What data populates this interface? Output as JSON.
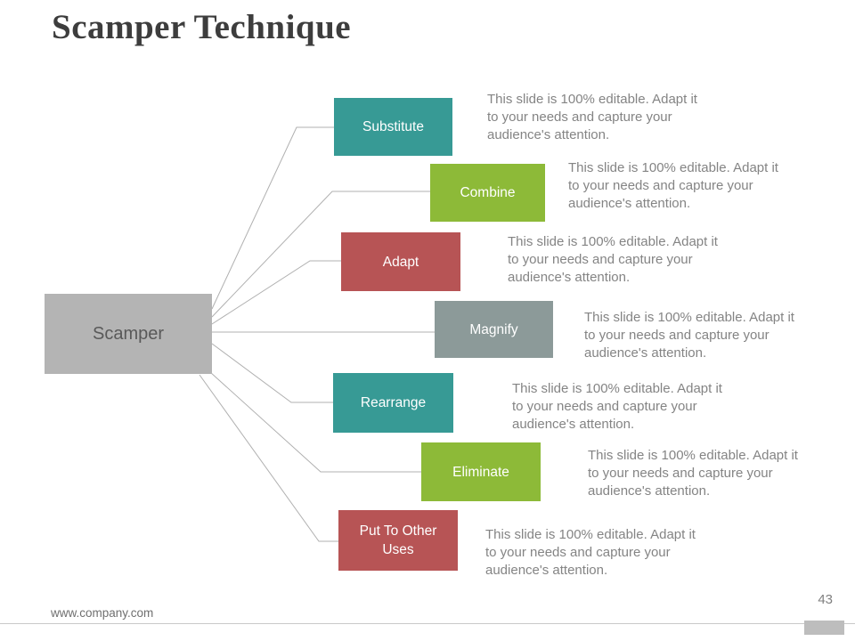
{
  "slide": {
    "title": "Scamper Technique",
    "root": {
      "label": "Scamper",
      "color": "#b4b4b4"
    },
    "items": [
      {
        "label": "Substitute",
        "color": "#379a95",
        "description": "This slide is 100% editable. Adapt it to your needs and capture your audience's attention."
      },
      {
        "label": "Combine",
        "color": "#8dba38",
        "description": "This slide is 100% editable. Adapt it to your needs and capture your audience's attention."
      },
      {
        "label": "Adapt",
        "color": "#b75455",
        "description": "This slide is 100% editable. Adapt it to your needs and capture your audience's attention."
      },
      {
        "label": "Magnify",
        "color": "#8c9a99",
        "description": "This slide is 100% editable. Adapt it to your needs and capture your audience's attention."
      },
      {
        "label": "Rearrange",
        "color": "#379a95",
        "description": "This slide is 100% editable. Adapt it to your needs and capture your audience's attention."
      },
      {
        "label": "Eliminate",
        "color": "#8dba38",
        "description": "This slide is 100% editable. Adapt it to your needs and capture your audience's attention."
      },
      {
        "label": "Put To Other Uses",
        "color": "#b75455",
        "description": "This slide is 100% editable. Adapt it to your needs and capture your audience's attention."
      }
    ],
    "footer": {
      "website": "www.company.com",
      "page_number": "43"
    },
    "colors": {
      "connector": "#b0b0b0"
    }
  }
}
